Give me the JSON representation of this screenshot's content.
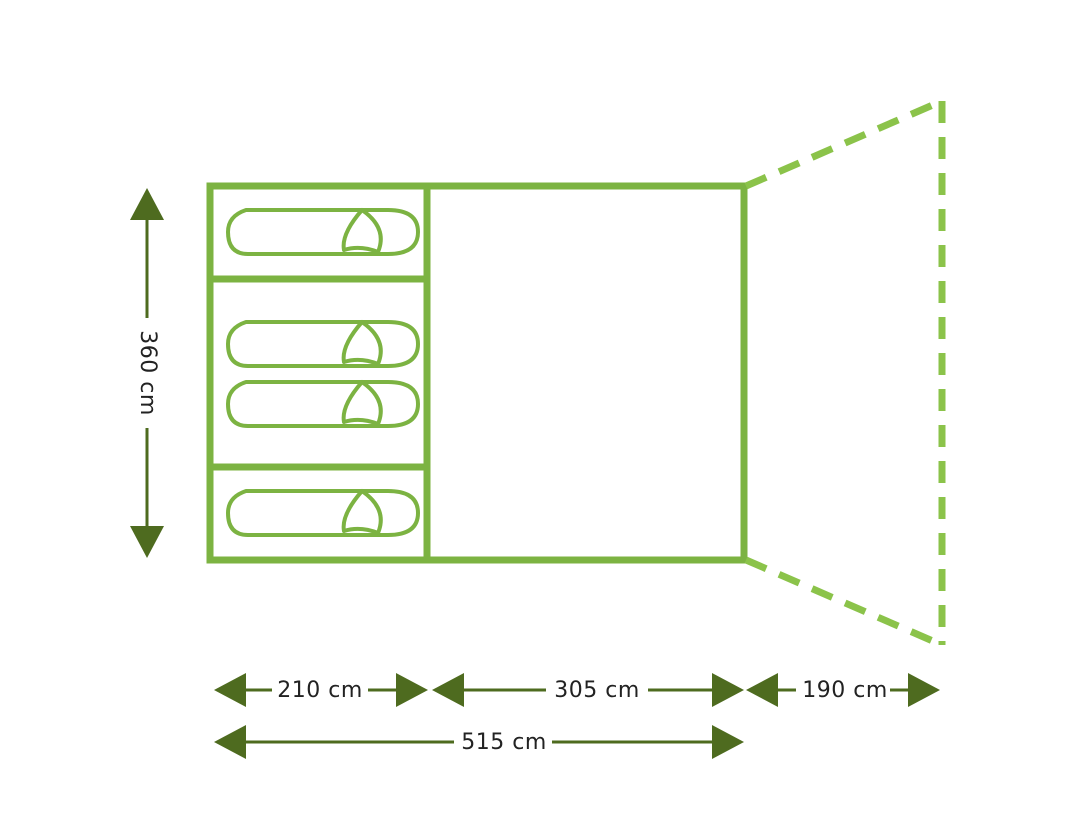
{
  "colors": {
    "outline": "#7cb342",
    "dimension": "#4e6b1f",
    "background": "#ffffff"
  },
  "dimensions": {
    "height_label": "360 cm",
    "bedroom_width_label": "210 cm",
    "living_width_label": "305 cm",
    "porch_width_label": "190 cm",
    "total_width_label": "515 cm"
  },
  "icons": {
    "sleeping_bag": "sleeping-bag-icon",
    "arrow": "double-arrow-icon"
  }
}
